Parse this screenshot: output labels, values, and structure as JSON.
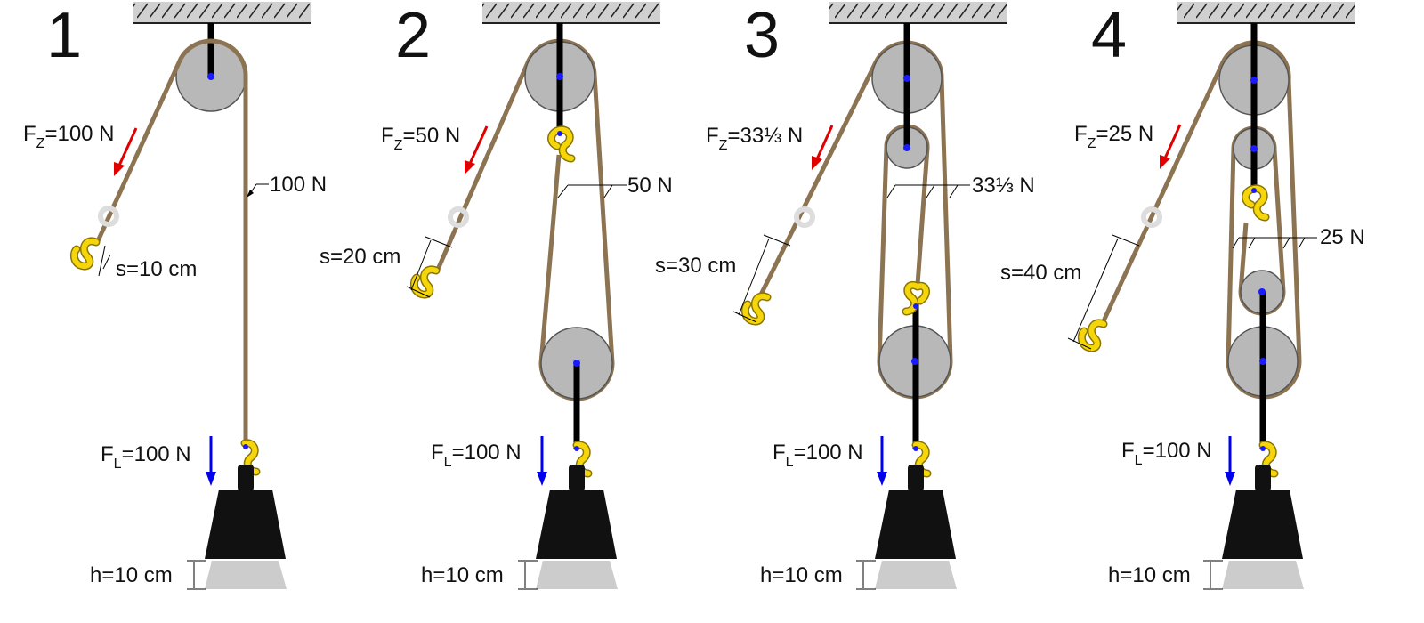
{
  "panels": [
    {
      "number": "1",
      "pull_force": {
        "symbol": "F",
        "subscript": "Z",
        "value": "=100 N"
      },
      "pull_distance": "s=10 cm",
      "rope_tension": "100 N",
      "load_force": {
        "symbol": "F",
        "subscript": "L",
        "value": "=100 N"
      },
      "lift_height": "h=10 cm"
    },
    {
      "number": "2",
      "pull_force": {
        "symbol": "F",
        "subscript": "Z",
        "value": "=50 N"
      },
      "pull_distance": "s=20 cm",
      "rope_tension": "50 N",
      "load_force": {
        "symbol": "F",
        "subscript": "L",
        "value": "=100 N"
      },
      "lift_height": "h=10 cm"
    },
    {
      "number": "3",
      "pull_force": {
        "symbol": "F",
        "subscript": "Z",
        "value": "=33⅓ N"
      },
      "pull_distance": "s=30 cm",
      "rope_tension": "33⅓ N",
      "load_force": {
        "symbol": "F",
        "subscript": "L",
        "value": "=100 N"
      },
      "lift_height": "h=10 cm"
    },
    {
      "number": "4",
      "pull_force": {
        "symbol": "F",
        "subscript": "Z",
        "value": "=25 N"
      },
      "pull_distance": "s=40 cm",
      "rope_tension": "25 N",
      "load_force": {
        "symbol": "F",
        "subscript": "L",
        "value": "=100 N"
      },
      "lift_height": "h=10 cm"
    }
  ],
  "colors": {
    "rope": "#8c7352",
    "pulley": "#b8b8b8",
    "pulley_stroke": "#555555",
    "rod": "#000000",
    "axle": "#1a1aff",
    "hook": "#f5d60a",
    "hook_stroke": "#8a7400",
    "pull_arrow": "#e00000",
    "load_arrow": "#0000ee",
    "weight": "#111111",
    "weight_shadow": "#cccccc",
    "ceiling": "#d0d0d0"
  }
}
